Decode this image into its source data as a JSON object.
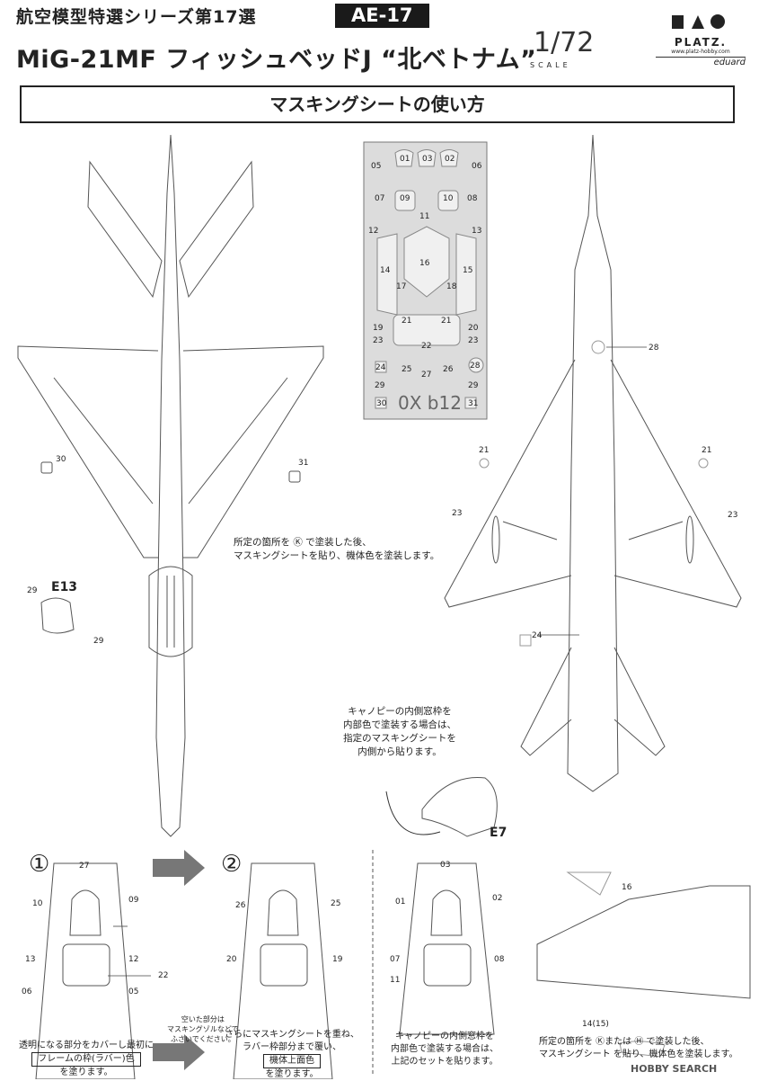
{
  "header": {
    "series": "航空模型特選シリーズ第17選",
    "badge": "AE-17",
    "title": "MiG-21MF フィッシュベッドJ “北ベトナム”",
    "scale": "1/72",
    "scale_word": "SCALE",
    "brand": "PLATZ.",
    "brand_url": "www.platz-hobby.com",
    "brand_sub": "eduard"
  },
  "section_title": "マスキングシートの使い方",
  "mask_sheet": {
    "labels": [
      "01",
      "03",
      "02",
      "05",
      "06",
      "07",
      "09",
      "10",
      "08",
      "11",
      "12",
      "13",
      "14",
      "16",
      "15",
      "17",
      "18",
      "21",
      "21",
      "19",
      "22",
      "20",
      "23",
      "23",
      "24",
      "25",
      "27",
      "26",
      "28",
      "29",
      "29",
      "30",
      "31"
    ],
    "serial": "0X b12"
  },
  "notes": {
    "paint_k": [
      "所定の箇所を Ⓚ で塗装した後、",
      "マスキングシートを貼り、機体色を塗装します。"
    ],
    "canopy_inner": [
      "キャノピーの内側窓枠を",
      "内部色で塗装する場合は、",
      "指定のマスキングシートを",
      "内側から貼ります。"
    ],
    "step1_text": [
      "透明になる部分をカバーし最初に",
      "フレームの枠(ラバー)色",
      "を塗ります。"
    ],
    "step1_side": [
      "空いた部分は",
      "マスキングゾルなどで",
      "ふさいでください。"
    ],
    "step2_text": [
      "さらにマスキングシートを重ね、",
      "ラバー枠部分まで覆い、",
      "機体上面色",
      "を塗ります。"
    ],
    "step3_text": [
      "キャノピーの内側窓枠を",
      "内部色で塗装する場合は、",
      "上記のセットを貼ります。"
    ],
    "tail_text": [
      "所定の箇所を Ⓚまたは Ⓗ で塗装した後、",
      "マスキングシート を貼り、機体色を塗装します。"
    ]
  },
  "parts": {
    "e13": "E13",
    "e7": "E7",
    "step1": "①",
    "step2": "②"
  },
  "callouts": {
    "left_plane": [
      "30",
      "31",
      "29",
      "29"
    ],
    "right_plane": [
      "28",
      "21",
      "21",
      "23",
      "23",
      "24"
    ],
    "step1": [
      "27",
      "10",
      "09",
      "13",
      "12",
      "22",
      "06",
      "05"
    ],
    "step2": [
      "26",
      "25",
      "20",
      "19"
    ],
    "step3": [
      "03",
      "01",
      "02",
      "07",
      "08",
      "11"
    ],
    "tail": [
      "16",
      "14(15)"
    ]
  },
  "watermark": "HOBBY SEARCH"
}
